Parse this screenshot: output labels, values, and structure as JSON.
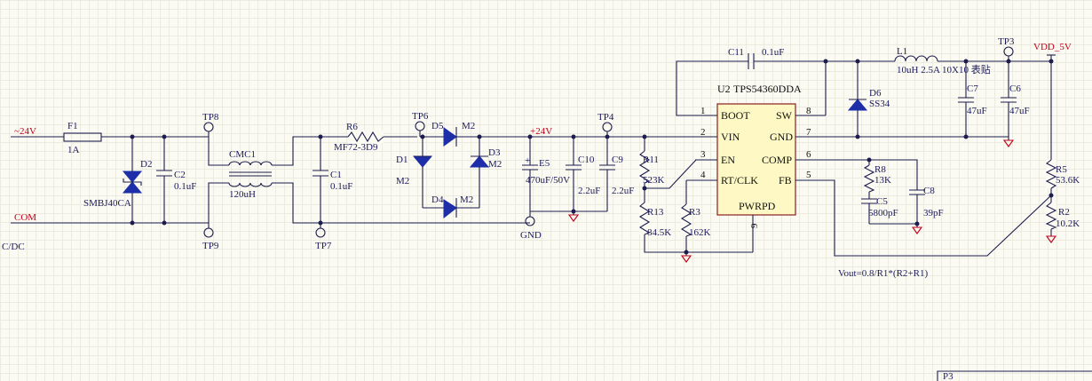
{
  "net_labels": {
    "in_24v": "~24V",
    "com": "COM",
    "plus_24v": "+24V",
    "gnd": "GND",
    "vdd": "VDD_5V",
    "cdc": "C/DC",
    "p3": "P3"
  },
  "test_points": [
    "TP8",
    "TP9",
    "TP7",
    "TP6",
    "TP4",
    "TP3"
  ],
  "components": {
    "F1": {
      "ref": "F1",
      "value": "1A"
    },
    "D2": {
      "ref": "D2",
      "value": "SMBJ40CA"
    },
    "C2": {
      "ref": "C2",
      "value": "0.1uF"
    },
    "CMC1": {
      "ref": "CMC1",
      "value": "120uH"
    },
    "C1": {
      "ref": "C1",
      "value": "0.1uF"
    },
    "R6": {
      "ref": "R6",
      "value": "MF72-3D9"
    },
    "D1": {
      "ref": "D1",
      "value": "M2"
    },
    "D3": {
      "ref": "D3",
      "value": "M2"
    },
    "D4": {
      "ref": "D4",
      "value": "M2"
    },
    "D5": {
      "ref": "D5",
      "value": "M2"
    },
    "E5": {
      "ref": "E5",
      "value": "470uF/50V"
    },
    "C10": {
      "ref": "C10",
      "value": "2.2uF"
    },
    "C9": {
      "ref": "C9",
      "value": "2.2uF"
    },
    "R11": {
      "ref": "R11",
      "value": "523K"
    },
    "R13": {
      "ref": "R13",
      "value": "84.5K"
    },
    "R3": {
      "ref": "R3",
      "value": "162K"
    },
    "C11": {
      "ref": "C11",
      "value": "0.1uF"
    },
    "L1": {
      "ref": "L1",
      "value": "10uH 2.5A 10X10 表贴"
    },
    "D6": {
      "ref": "D6",
      "value": "SS34"
    },
    "C7": {
      "ref": "C7",
      "value": "47uF"
    },
    "C6": {
      "ref": "C6",
      "value": "47uF"
    },
    "R8": {
      "ref": "R8",
      "value": "13K"
    },
    "C5": {
      "ref": "C5",
      "value": "5800pF"
    },
    "C8": {
      "ref": "C8",
      "value": "39pF"
    },
    "R5": {
      "ref": "R5",
      "value": "53.6K"
    },
    "R2": {
      "ref": "R2",
      "value": "10.2K"
    }
  },
  "ic": {
    "ref": "U2",
    "part": "TPS54360DDA",
    "pad_label": "PWRPD",
    "pins": [
      {
        "num": "1",
        "name": "BOOT"
      },
      {
        "num": "2",
        "name": "VIN"
      },
      {
        "num": "3",
        "name": "EN"
      },
      {
        "num": "4",
        "name": "RT/CLK"
      },
      {
        "num": "8",
        "name": "SW"
      },
      {
        "num": "7",
        "name": "GND"
      },
      {
        "num": "6",
        "name": "COMP"
      },
      {
        "num": "5",
        "name": "FB"
      },
      {
        "num": "9",
        "name": ""
      }
    ]
  },
  "note": "Vout=0.8/R1*(R2+R1)",
  "colors": {
    "wire": "#1c1c4f",
    "diode_fill": "#1d2ea8",
    "ic_body": "#fef9c4",
    "ic_border": "#8a1f1f",
    "power_net": "#c0001a"
  }
}
